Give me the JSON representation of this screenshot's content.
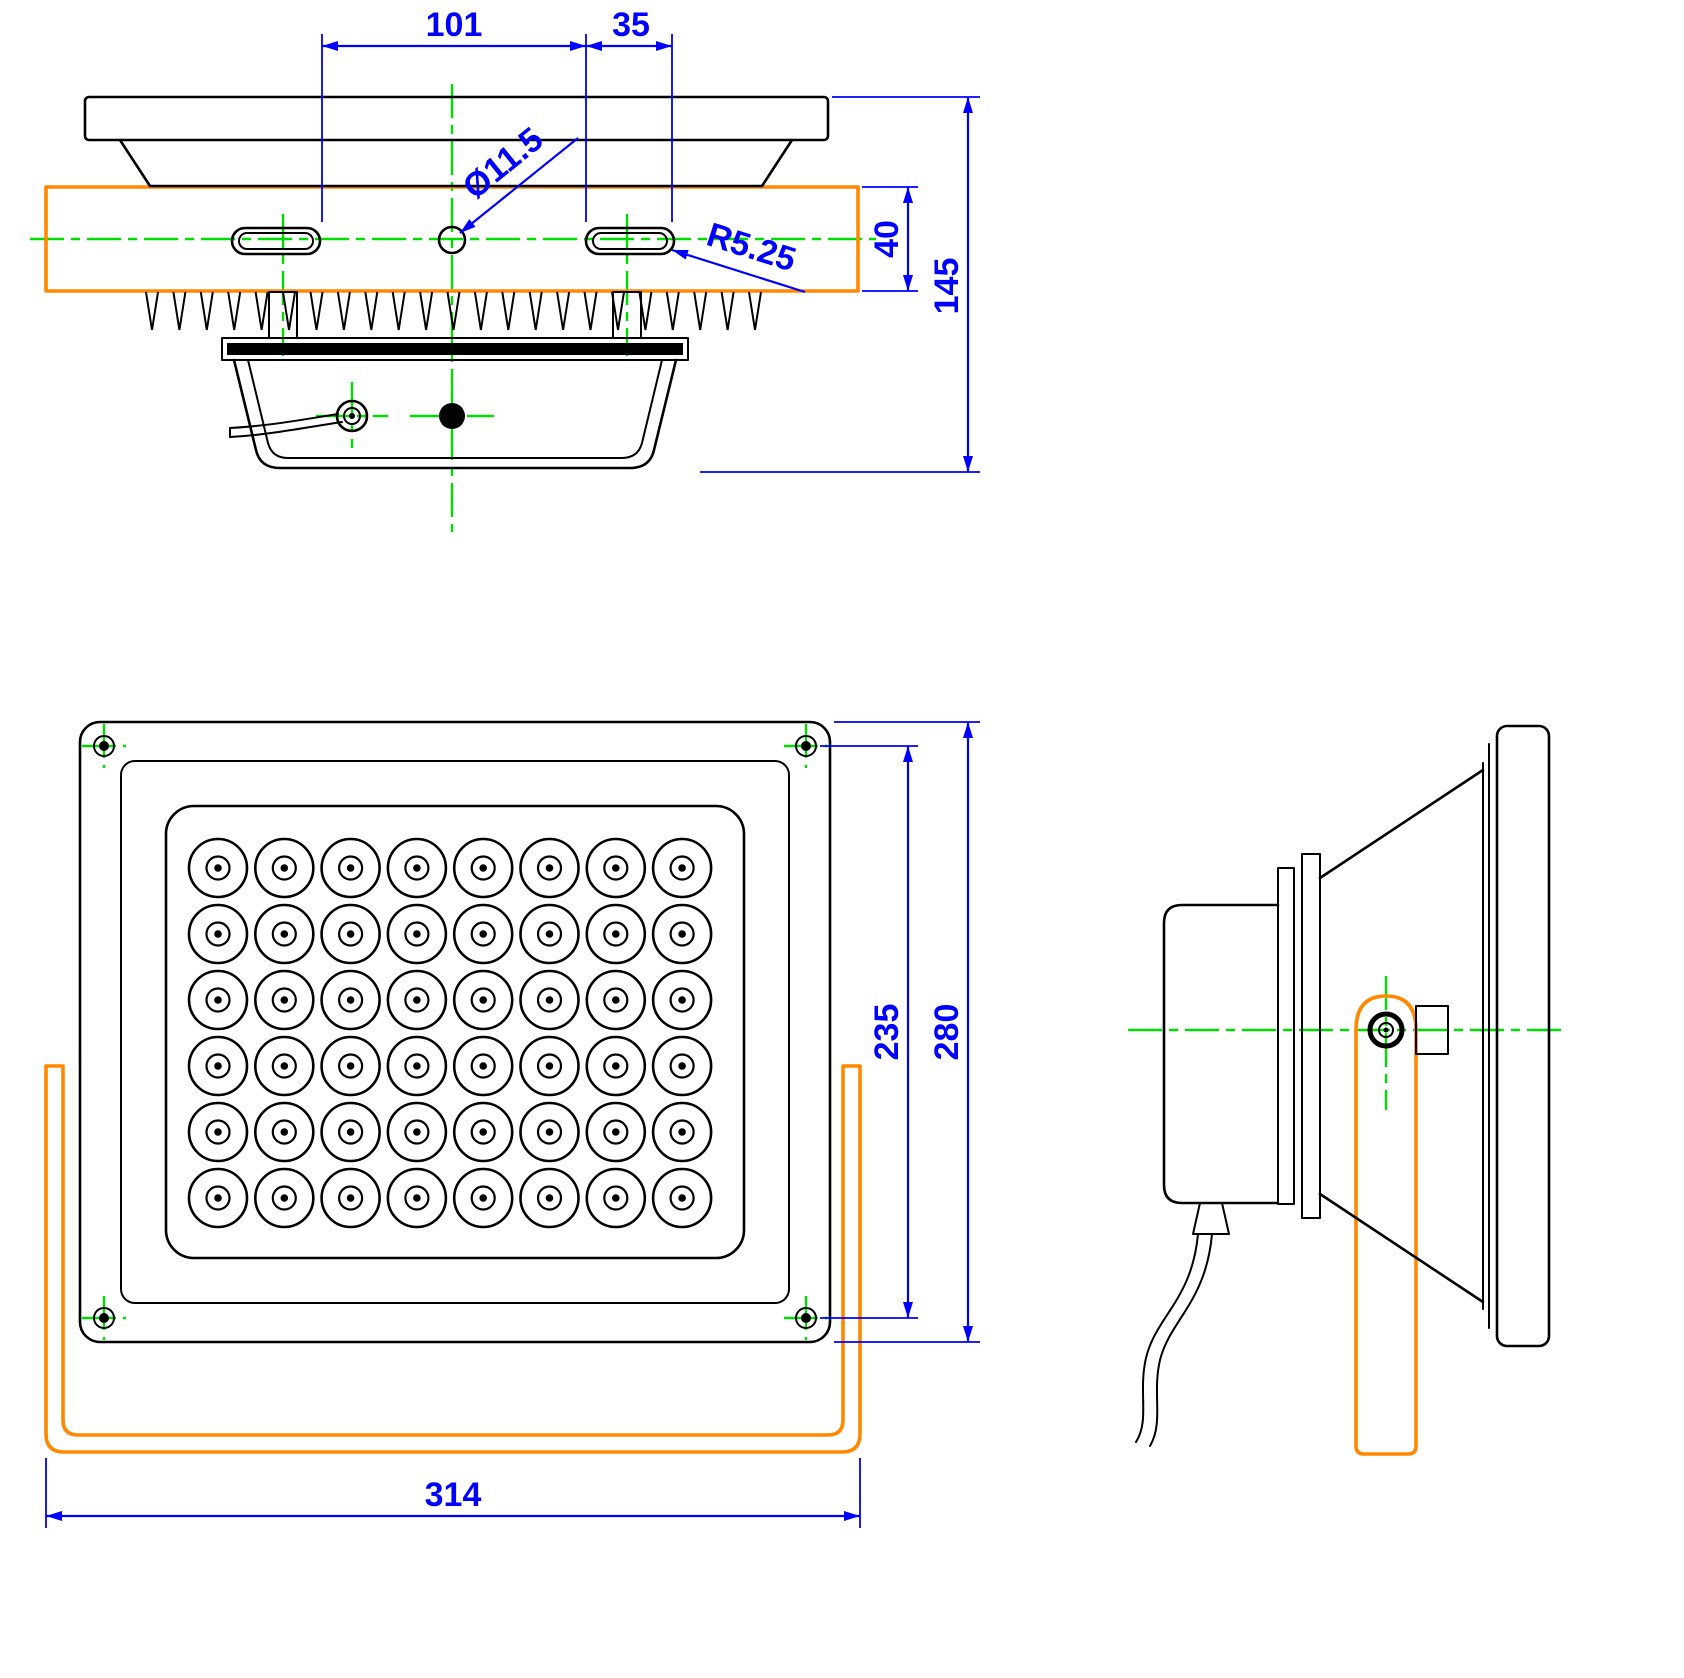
{
  "drawing": {
    "kind": "technical-dimension-drawing",
    "subject": "LED floodlight three-view drawing",
    "views": [
      "top",
      "front",
      "side"
    ]
  },
  "colors": {
    "dimension_blue": "#0000ff",
    "centerline_green": "#00dd00",
    "bracket_orange": "#ff8800",
    "outline_black": "#000000",
    "background": "#ffffff"
  },
  "dimensions": {
    "top_view": {
      "mount_hole_spacing": "101",
      "slot_length": "35",
      "center_hole_diameter": "Ø11.5",
      "slot_end_radius": "R5.25",
      "bracket_thickness": "40",
      "overall_depth": "145"
    },
    "front_view": {
      "screw_spacing_vertical": "235",
      "housing_height": "280",
      "bracket_outer_width": "314"
    }
  },
  "led_grid": {
    "rows": 6,
    "cols": 8,
    "count": 48
  },
  "fins": {
    "count": 23
  }
}
